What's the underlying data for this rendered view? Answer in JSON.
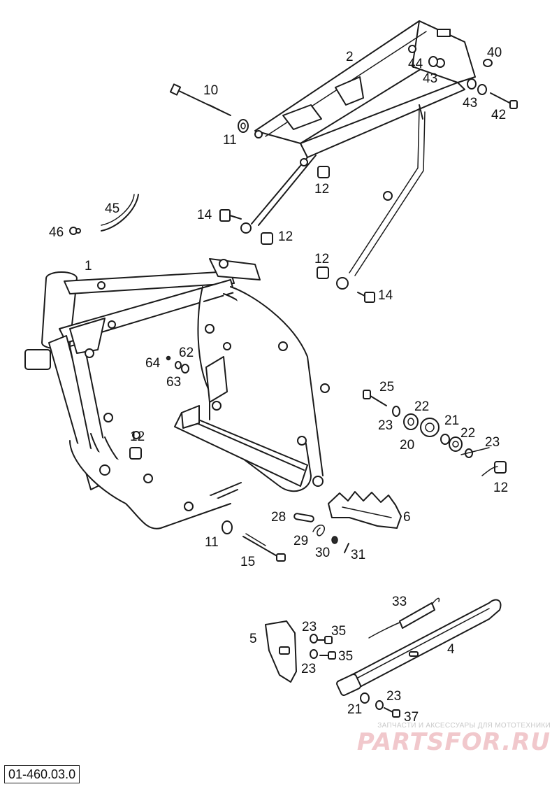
{
  "diagram": {
    "code": "01-460.03.0",
    "callouts": [
      {
        "id": "c2",
        "text": "2"
      },
      {
        "id": "c40",
        "text": "40"
      },
      {
        "id": "c44",
        "text": "44"
      },
      {
        "id": "c43a",
        "text": "43"
      },
      {
        "id": "c43b",
        "text": "43"
      },
      {
        "id": "c42",
        "text": "42"
      },
      {
        "id": "c10",
        "text": "10"
      },
      {
        "id": "c11a",
        "text": "11"
      },
      {
        "id": "c12a",
        "text": "12"
      },
      {
        "id": "c45",
        "text": "45"
      },
      {
        "id": "c46",
        "text": "46"
      },
      {
        "id": "c14a",
        "text": "14"
      },
      {
        "id": "c12b",
        "text": "12"
      },
      {
        "id": "c12c",
        "text": "12"
      },
      {
        "id": "c14b",
        "text": "14"
      },
      {
        "id": "c1",
        "text": "1"
      },
      {
        "id": "c62",
        "text": "62"
      },
      {
        "id": "c64",
        "text": "64"
      },
      {
        "id": "c63",
        "text": "63"
      },
      {
        "id": "c25",
        "text": "25"
      },
      {
        "id": "c22a",
        "text": "22"
      },
      {
        "id": "c23a",
        "text": "23"
      },
      {
        "id": "c21a",
        "text": "21"
      },
      {
        "id": "c22b",
        "text": "22"
      },
      {
        "id": "c20",
        "text": "20"
      },
      {
        "id": "c23b",
        "text": "23"
      },
      {
        "id": "c12d",
        "text": "12"
      },
      {
        "id": "c12e",
        "text": "12"
      },
      {
        "id": "c28",
        "text": "28"
      },
      {
        "id": "c6",
        "text": "6"
      },
      {
        "id": "c29",
        "text": "29"
      },
      {
        "id": "c11b",
        "text": "11"
      },
      {
        "id": "c30",
        "text": "30"
      },
      {
        "id": "c31",
        "text": "31"
      },
      {
        "id": "c15",
        "text": "15"
      },
      {
        "id": "c33",
        "text": "33"
      },
      {
        "id": "c4",
        "text": "4"
      },
      {
        "id": "c23c",
        "text": "23"
      },
      {
        "id": "c35a",
        "text": "35"
      },
      {
        "id": "c5",
        "text": "5"
      },
      {
        "id": "c35b",
        "text": "35"
      },
      {
        "id": "c23d",
        "text": "23"
      },
      {
        "id": "c23e",
        "text": "23"
      },
      {
        "id": "c21b",
        "text": "21"
      },
      {
        "id": "c37",
        "text": "37"
      }
    ]
  },
  "watermark": {
    "tagline": "ЗАПЧАСТИ И АКСЕССУАРЫ ДЛЯ МОТОТЕХНИКИ",
    "logo": "PARTSFOR.RU"
  }
}
